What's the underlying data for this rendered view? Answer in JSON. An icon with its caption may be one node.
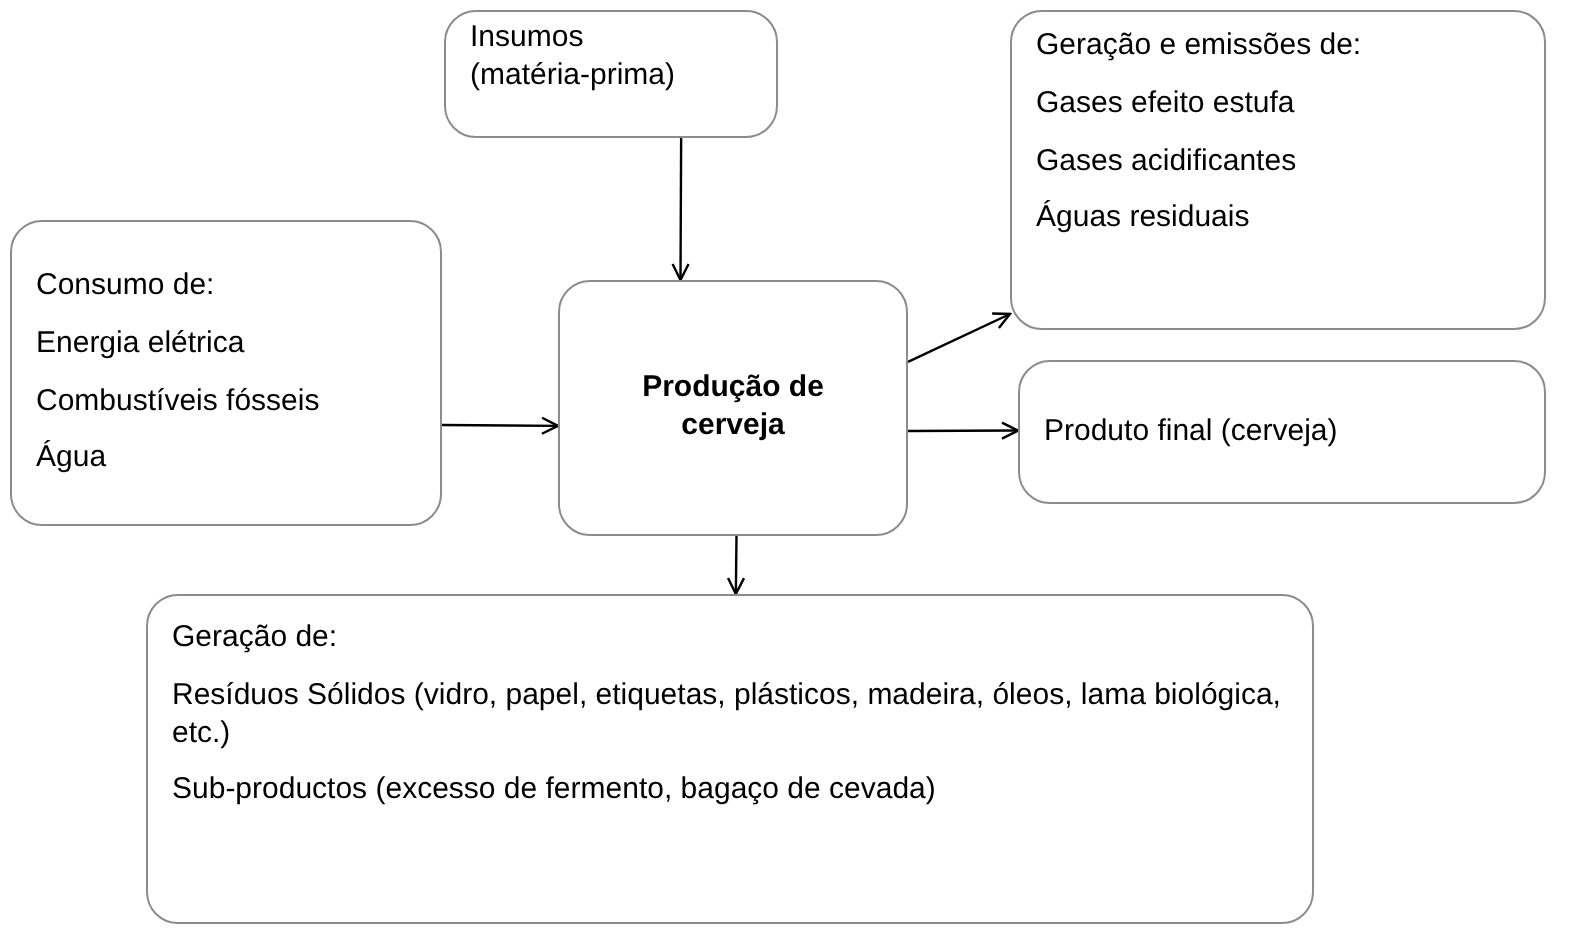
{
  "diagram": {
    "nodes": [
      {
        "text": [
          "Insumos (matéria-prima)"
        ]
      },
      {
        "text": [
          "Geração e emissões de:",
          "Gases efeito estufa",
          "Gases acidificantes",
          "Águas residuais"
        ]
      },
      {
        "text": [
          "Consumo de:",
          "Energia elétrica",
          "Combustíveis fósseis",
          "Água"
        ]
      },
      {
        "text": [
          "Produção de cerveja"
        ]
      },
      {
        "text": [
          "Produto final (cerveja)"
        ]
      },
      {
        "text": [
          "Geração de:",
          "Resíduos Sólidos (vidro, papel, etiquetas, plásticos, madeira, óleos, lama biológica, etc.)",
          "Sub-productos (excesso de fermento, bagaço de cevada)"
        ]
      }
    ],
    "edges": [
      {
        "from": 0,
        "to": 3,
        "arrow": "to"
      },
      {
        "from": 2,
        "to": 3,
        "arrow": "to"
      },
      {
        "from": 3,
        "to": 1,
        "arrow": "to"
      },
      {
        "from": 3,
        "to": 4,
        "arrow": "to"
      },
      {
        "from": 3,
        "to": 5,
        "arrow": "to"
      }
    ]
  }
}
